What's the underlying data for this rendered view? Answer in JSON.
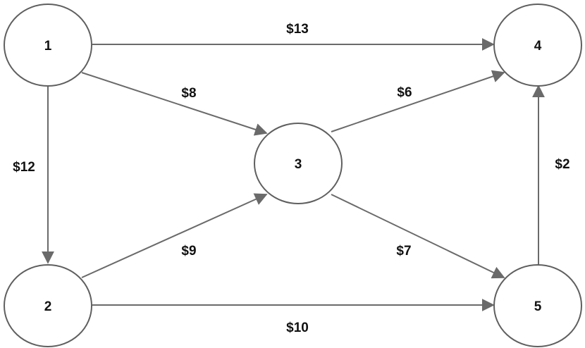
{
  "colors": {
    "node_stroke": "#5f5f5f",
    "edge_stroke": "#6a6a6a",
    "node_fill": "#ffffff",
    "text": "#111111"
  },
  "nodes": [
    {
      "id": "1",
      "label": "1"
    },
    {
      "id": "2",
      "label": "2"
    },
    {
      "id": "3",
      "label": "3"
    },
    {
      "id": "4",
      "label": "4"
    },
    {
      "id": "5",
      "label": "5"
    }
  ],
  "edges": [
    {
      "from": "1",
      "to": "4",
      "label": "$13"
    },
    {
      "from": "1",
      "to": "3",
      "label": "$8"
    },
    {
      "from": "1",
      "to": "2",
      "label": "$12"
    },
    {
      "from": "3",
      "to": "4",
      "label": "$6"
    },
    {
      "from": "5",
      "to": "4",
      "label": "$2"
    },
    {
      "from": "2",
      "to": "3",
      "label": "$9"
    },
    {
      "from": "3",
      "to": "5",
      "label": "$7"
    },
    {
      "from": "2",
      "to": "5",
      "label": "$10"
    }
  ]
}
